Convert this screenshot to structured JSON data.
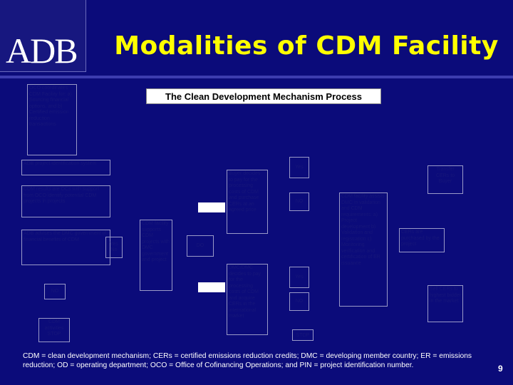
{
  "slide": {
    "logo": "ADB",
    "title": "Modalities of CDM Facility",
    "page_number": "9"
  },
  "chart": {
    "header": "The Clean Development Mechanism Process",
    "boxes": {
      "top_left": "OCO coordinates CDM Facility for: a) Sourcing financial options, and b) Certified emission reduction transactions",
      "pin_search": "ADB project identification system",
      "od_scan": "CDM results are OCs with support from OCO identify potential CDM projects in projects",
      "dmc_ask": "ADB advises the DMC government of financial benefits of CDM",
      "yes_no_1": "Yes No",
      "no_1": "NO",
      "cdm_inactive": "CDM activities STOP",
      "cdm_facility": "CDM facility supports CDM projects with DMC government and project",
      "ok_mid": "DO",
      "buyer": "Buyer decides to pay for the processing costs of CDM and purchase CERs at an agreed price",
      "dmc_decides": "DMC/DMC decides to pay for the processing costs of CDM and acquire CERs in the international market",
      "yes_no_2": "Yes",
      "no_2": "NO",
      "yes_no_3": "Yes",
      "no_3": "NO",
      "stop": "STOP",
      "cdm_facility_right": "CDM facility assists DMC in validation and CDM requirements: a) Project development b) Validation and registration c) Monitoring verification and certification of ER issuance",
      "transfer": "Transfer CERs to Buyer",
      "cers_purchase": "CERs are purchased by the project",
      "sell_cers": "Sell CERs to highest bidder in the market"
    }
  },
  "footnote": "CDM = clean development mechanism; CERs = certified emissions reduction credits; DMC = developing member country; ER = emissions reduction; OD = operating department; OCO = Office of Cofinancing Operations; and PIN = project identification number."
}
